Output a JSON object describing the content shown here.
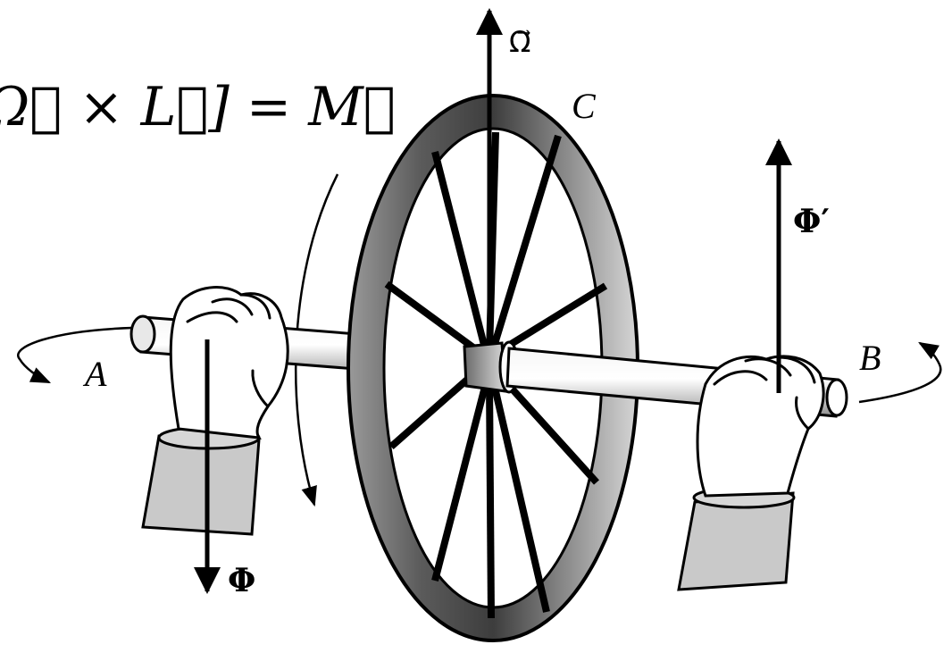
{
  "equation": "[Ω⃗ × L⃗] = M⃗",
  "labels": {
    "omega": "Ω⃗",
    "wheel": "C",
    "left_end": "A",
    "right_end": "B",
    "phi": "Φ",
    "phi_prime": "Φ′"
  }
}
